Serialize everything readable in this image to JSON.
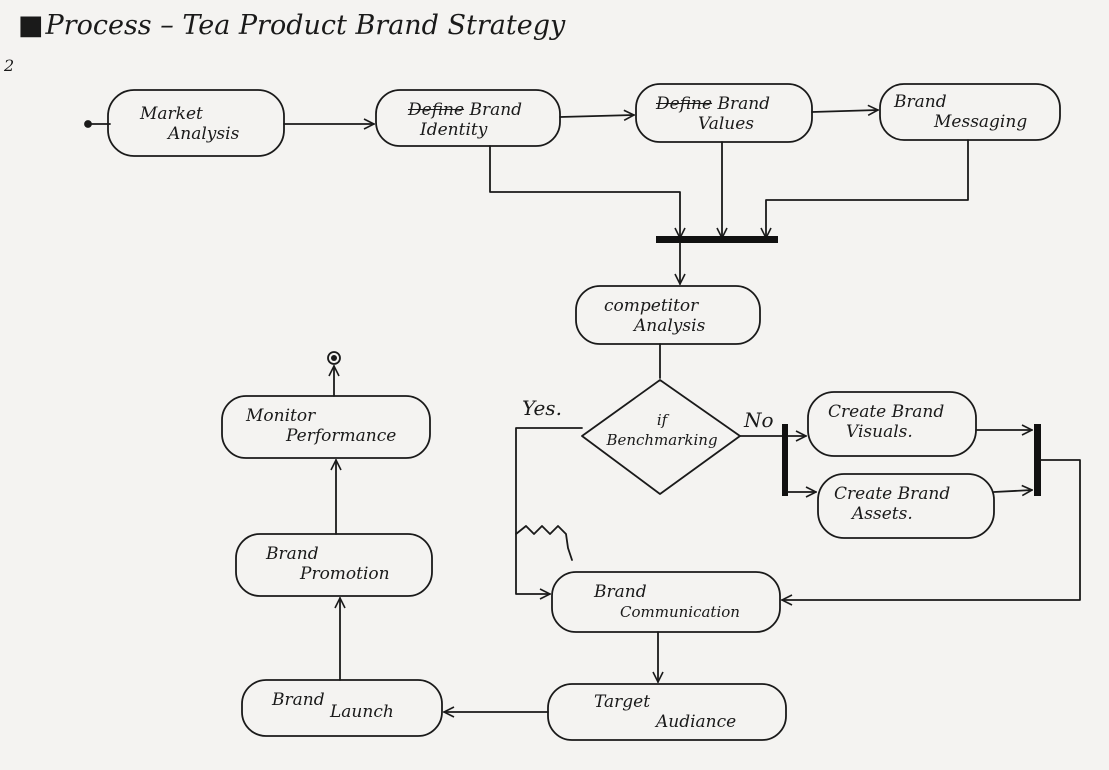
{
  "header": {
    "bullet": "■",
    "title": "Process – Tea Product Brand Strategy",
    "page_marker": "2"
  },
  "nodes": {
    "market_analysis": {
      "line1": "Market",
      "line2": "Analysis"
    },
    "define_brand_identity": {
      "struck": "Define",
      "line1": " Brand",
      "line2": "Identity"
    },
    "define_brand_values": {
      "struck": "Define",
      "line1": " Brand",
      "line2": "Values"
    },
    "brand_messaging": {
      "line1": "Brand",
      "line2": "Messaging"
    },
    "competitor_analysis": {
      "line1": "competitor",
      "line2": "Analysis"
    },
    "decision": {
      "line1": "if",
      "line2": "Benchmarking"
    },
    "create_brand_visuals": {
      "line1": "Create Brand",
      "line2": "Visuals."
    },
    "create_brand_assets": {
      "line1": "Create Brand",
      "line2": "Assets."
    },
    "brand_communication": {
      "line1": "Brand",
      "line2": "Communication"
    },
    "target_audience": {
      "line1": "Target",
      "line2": "Audiance"
    },
    "brand_launch": {
      "line1": "Brand",
      "line2": "Launch"
    },
    "brand_promotion": {
      "line1": "Brand",
      "line2": "Promotion"
    },
    "monitor_performance": {
      "line1": "Monitor",
      "line2": "Performance"
    }
  },
  "branches": {
    "yes": "Yes.",
    "no": "No"
  },
  "colors": {
    "ink": "#1a1a1a",
    "paper": "#f4f3f1",
    "bar": "#111111"
  }
}
